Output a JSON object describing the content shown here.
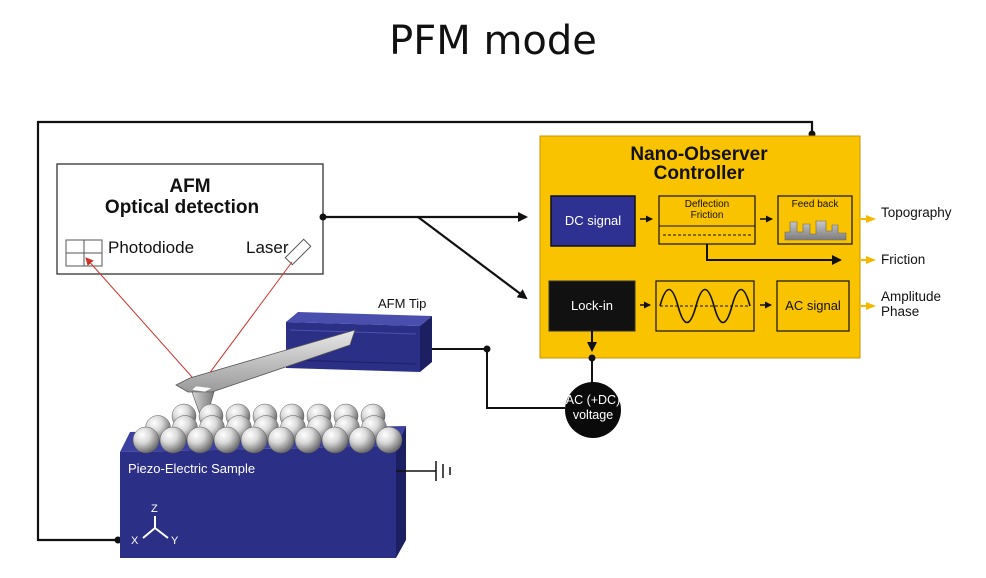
{
  "title": "PFM mode",
  "detection": {
    "heading_1": "AFM",
    "heading_2": "Optical detection",
    "photodiode": "Photodiode",
    "laser": "Laser"
  },
  "controller": {
    "heading_1": "Nano-Observer",
    "heading_2": "Controller",
    "dc_signal": "DC signal",
    "deflection": "Deflection",
    "friction": "Friction",
    "feedback": "Feed back",
    "lockin": "Lock-in",
    "ac_signal": "AC signal"
  },
  "outputs": {
    "topography": "Topography",
    "friction": "Friction",
    "amplitude": "Amplitude",
    "phase": "Phase"
  },
  "tip_label": "AFM Tip",
  "voltage": {
    "line_1": "AC (+DC)",
    "line_2": "voltage"
  },
  "sample": {
    "label": "Piezo-Electric Sample",
    "axis_z": "Z",
    "axis_x": "X",
    "axis_y": "Y"
  },
  "colors": {
    "controller_fill": "#F9C300",
    "box_blue": "#2E3192",
    "sample_blue": "#2B2F86",
    "laser_red": "#D0302A",
    "arrow_yellow": "#F5B800"
  }
}
